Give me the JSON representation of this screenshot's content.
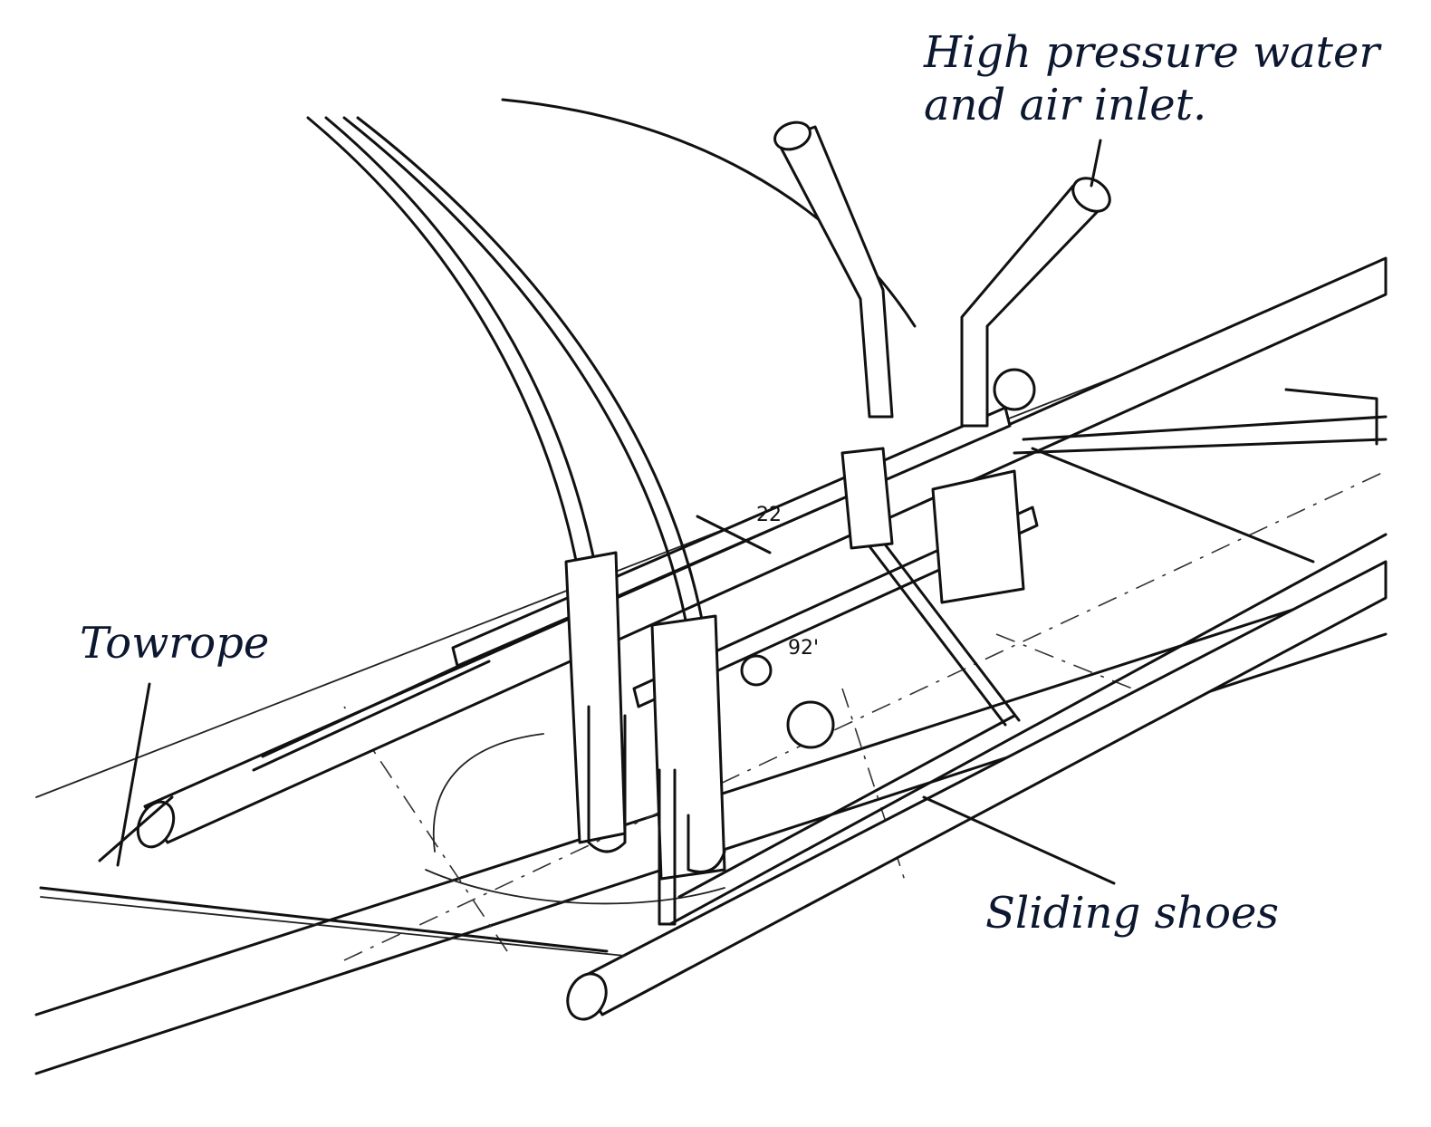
{
  "labels": {
    "inlet_line1": "High pressure water",
    "inlet_line2": "and air inlet.",
    "towrope": "Towrope",
    "sliding_shoes": "Sliding shoes"
  },
  "dimensions": {
    "dim_a": "22",
    "dim_b": "92'"
  }
}
